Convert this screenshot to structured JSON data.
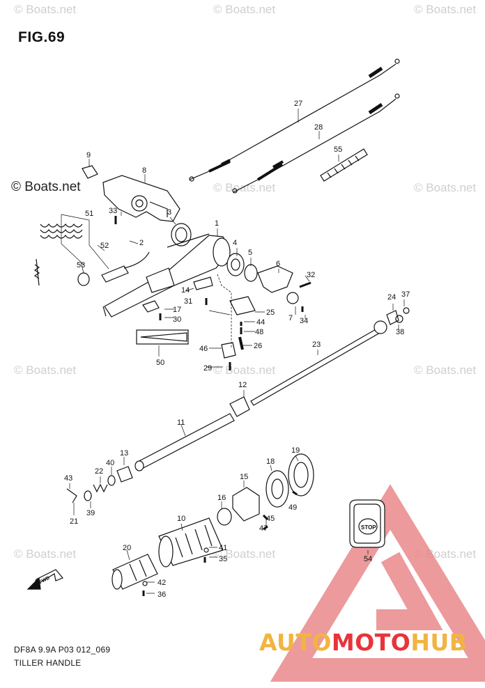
{
  "figure": {
    "title": "FIG.69",
    "model_code": "DF8A 9.9A P03 012_069",
    "diagram_name": "TILLER HANDLE"
  },
  "watermark": {
    "text": "© Boats.net"
  },
  "brand": {
    "part1": "AUTO",
    "part2": "MOTO",
    "part3": "HUB",
    "colors": {
      "yellow": "#f2b441",
      "red": "#e8343a"
    }
  },
  "labels": {
    "fwd": "FWD",
    "stop": "STOP"
  },
  "callouts": [
    "1",
    "2",
    "3",
    "4",
    "5",
    "6",
    "7",
    "8",
    "9",
    "10",
    "11",
    "12",
    "13",
    "14",
    "15",
    "16",
    "17",
    "18",
    "19",
    "20",
    "21",
    "22",
    "23",
    "24",
    "25",
    "26",
    "27",
    "28",
    "29",
    "30",
    "31",
    "32",
    "33",
    "34",
    "35",
    "36",
    "37",
    "38",
    "39",
    "40",
    "41",
    "42",
    "43",
    "44",
    "45",
    "46",
    "47",
    "48",
    "49",
    "50",
    "51",
    "52",
    "53",
    "54",
    "55"
  ]
}
